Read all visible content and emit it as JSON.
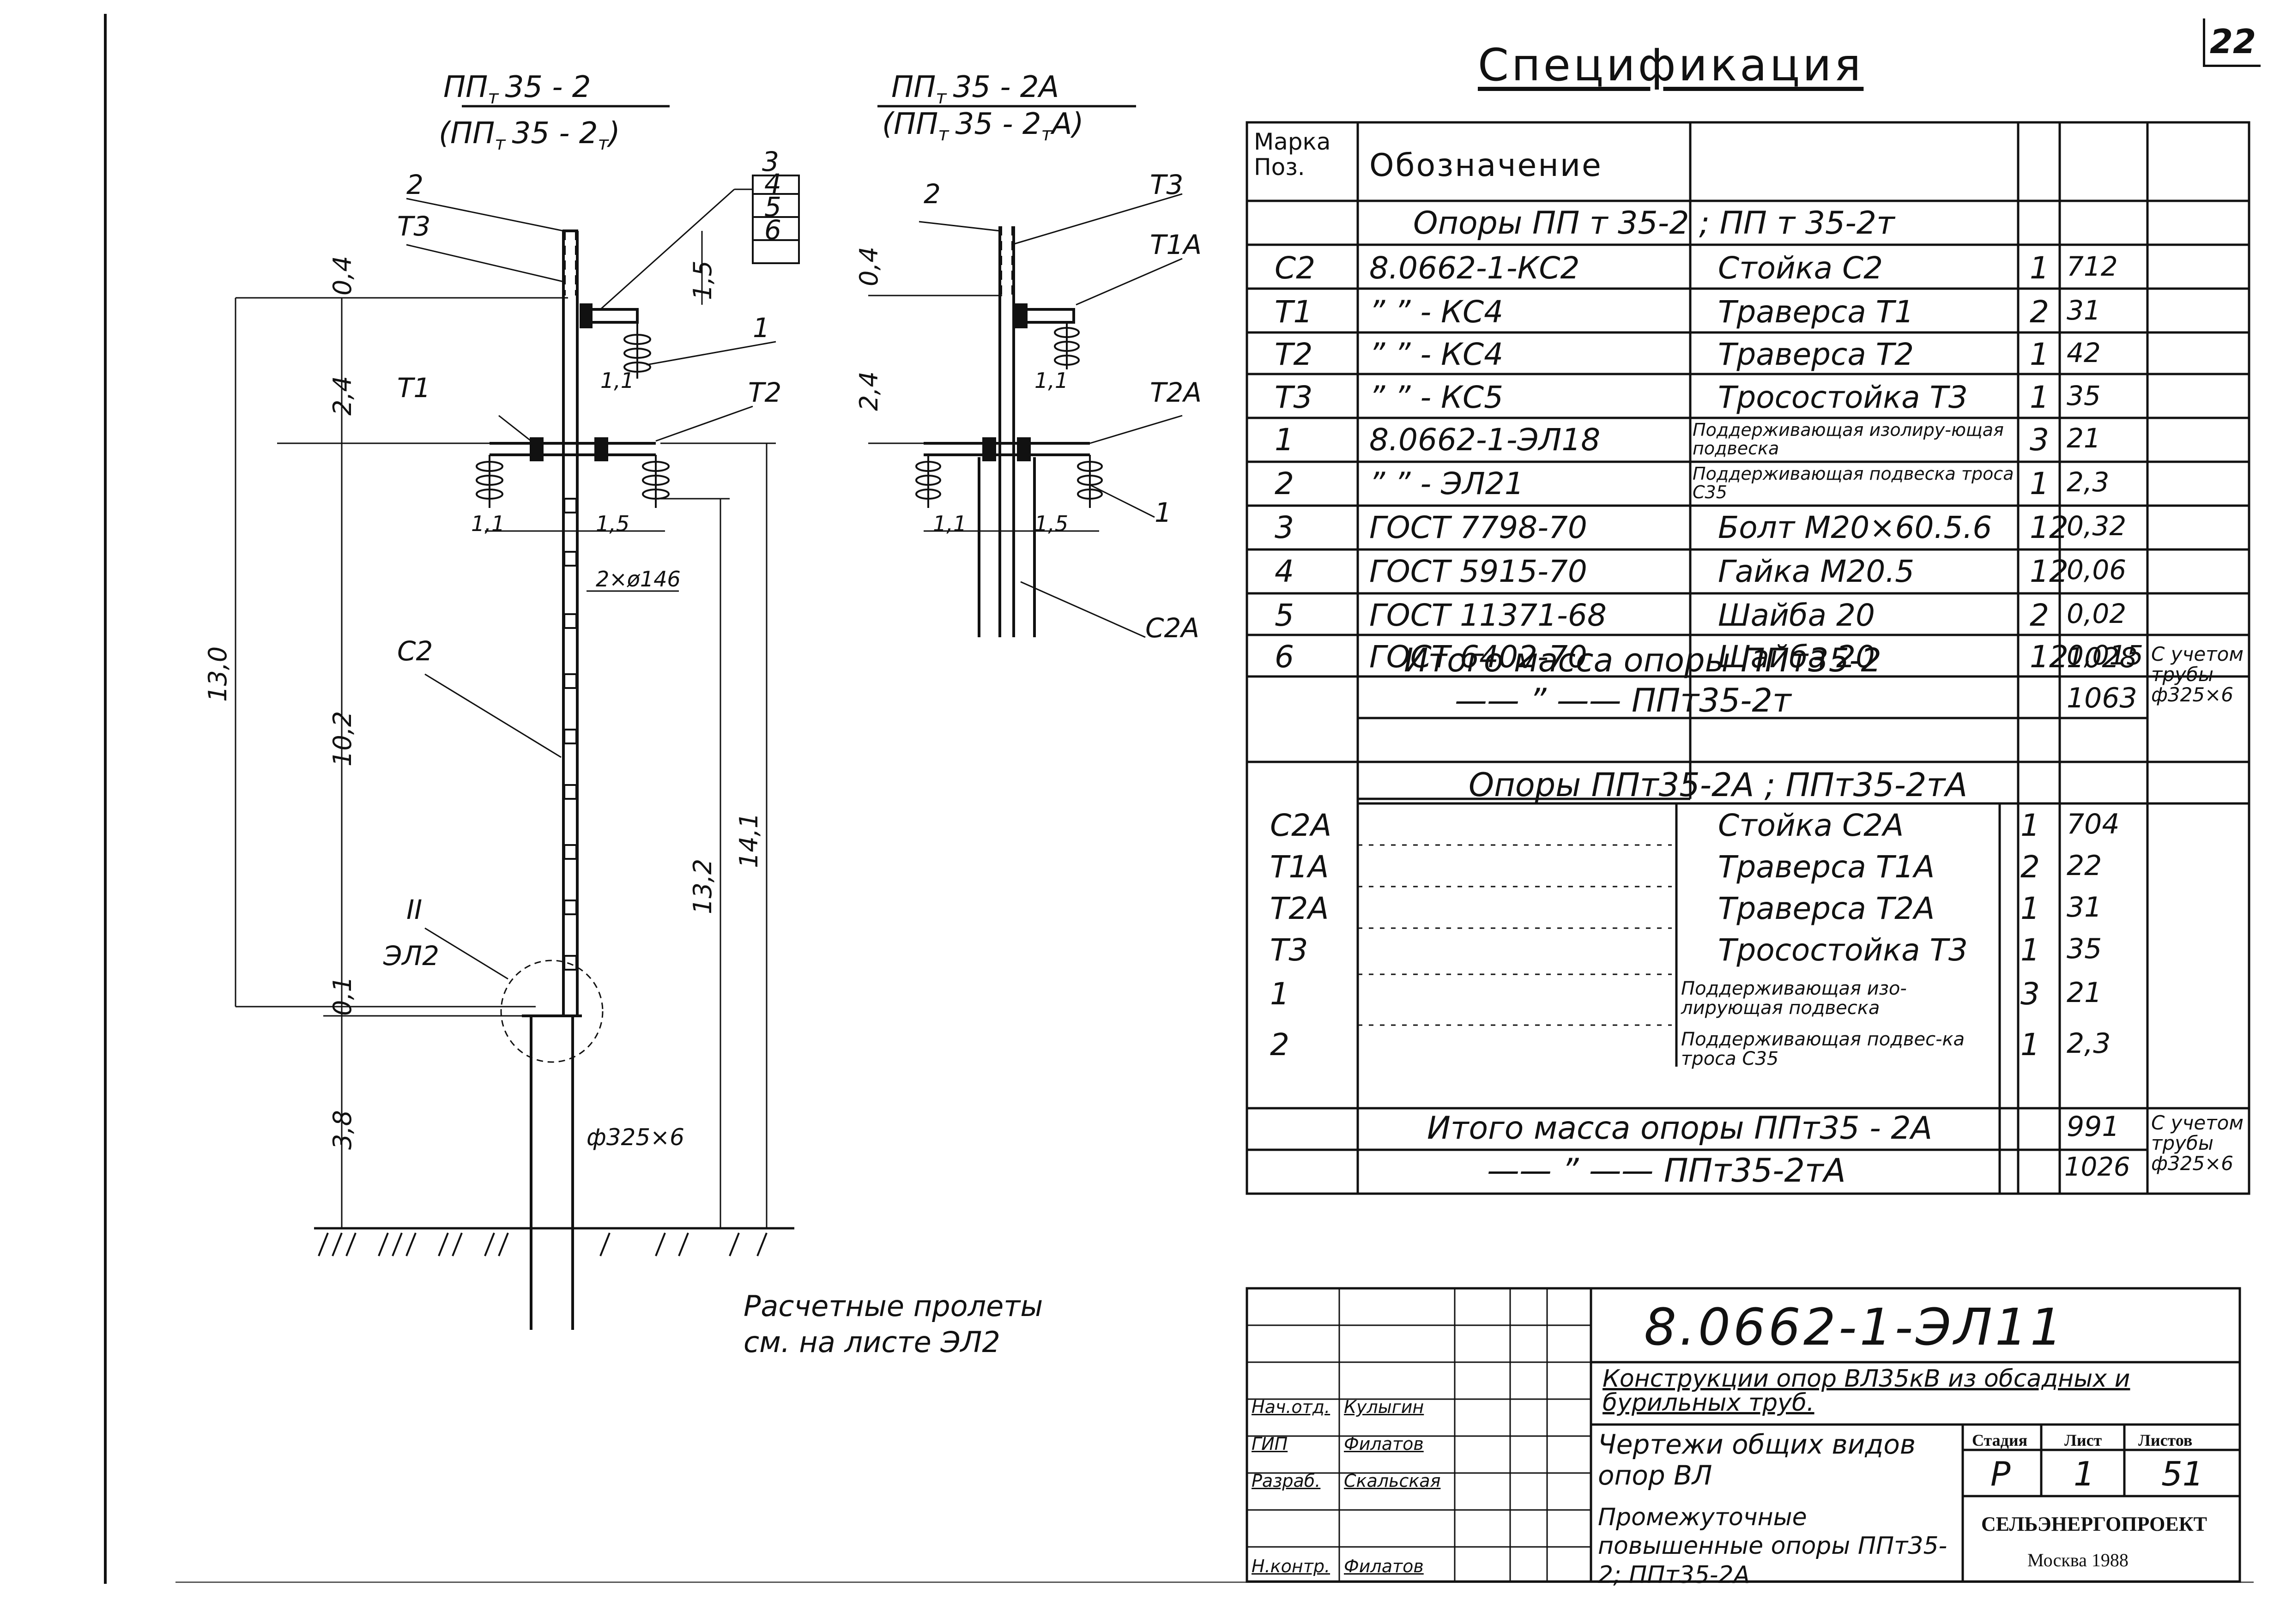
{
  "sheet_number": "22",
  "drawing": {
    "left_support": {
      "title_top": "ПП",
      "title_top_sub": "т",
      "title_top_rest": "35 - 2",
      "title_bottom": "(ПП",
      "title_bottom_sub": "т",
      "title_bottom_rest": "35 - 2",
      "title_bottom_sub2": "т",
      "title_bottom_close": ")"
    },
    "right_support": {
      "title_top": "ПП",
      "title_top_sub": "т",
      "title_top_rest": "35 - 2А",
      "title_bottom": "(ПП",
      "title_bottom_sub": "т",
      "title_bottom_rest": "35 - 2",
      "title_bottom_sub2": "т",
      "title_bottom_close": "А)"
    },
    "labels": {
      "l2": "2",
      "lT3": "T3",
      "l3": "3",
      "l4": "4",
      "l5": "5",
      "l6": "6",
      "l1": "1",
      "lT1": "T1",
      "lT2": "T2",
      "lC2": "C2",
      "lII": "II",
      "lEL2": "ЭЛ2",
      "d04": "0,4",
      "d24": "2,4",
      "d15": "1,5",
      "d11a": "1,1",
      "d11b": "1,1",
      "d15b": "1,5",
      "d130": "13,0",
      "d102": "10,2",
      "d132": "13,2",
      "d141": "14,1",
      "d01": "0,1",
      "d38": "3,8",
      "holes": "2×ø146",
      "pipe": "ф325×6",
      "r2": "2",
      "rT3": "T3",
      "rT1A": "T1A",
      "rT2A": "T2A",
      "r1": "1",
      "rC2A": "C2A",
      "r04": "0,4",
      "r24": "2,4",
      "r11a": "1,1",
      "r11b": "1,1",
      "r15": "1,5"
    },
    "note": [
      "Расчетные пролеты",
      "см. на листе ЭЛ2"
    ]
  },
  "specification": {
    "title": "Спецификация",
    "header": {
      "mark": "Марка\nПоз.",
      "designation": "Обозначение"
    },
    "group1_title": "Опоры ПП т 35-2 ; ПП т 35-2т",
    "rows1": [
      {
        "pos": "С2",
        "code": "8.0662-1-КС2",
        "name": "Стойка С2",
        "qty": "1",
        "mass": "712"
      },
      {
        "pos": "Т1",
        "code": "”   ”  - КС4",
        "name": "Траверса Т1",
        "qty": "2",
        "mass": "31"
      },
      {
        "pos": "Т2",
        "code": "”   ”  - КС4",
        "name": "Траверса Т2",
        "qty": "1",
        "mass": "42"
      },
      {
        "pos": "Т3",
        "code": "”   ”  - КС5",
        "name": "Тросостойка Т3",
        "qty": "1",
        "mass": "35"
      },
      {
        "pos": "1",
        "code": "8.0662-1-ЭЛ18",
        "name": "Поддерживающая изолиру-ющая подвеска",
        "qty": "3",
        "mass": "21"
      },
      {
        "pos": "2",
        "code": "”   ”  - ЭЛ21",
        "name": "Поддерживающая подвеска троса С35",
        "qty": "1",
        "mass": "2,3"
      },
      {
        "pos": "3",
        "code": "ГОСТ 7798-70",
        "name": "Болт М20×60.5.6",
        "qty": "12",
        "mass": "0,32"
      },
      {
        "pos": "4",
        "code": "ГОСТ 5915-70",
        "name": "Гайка М20.5",
        "qty": "12",
        "mass": "0,06"
      },
      {
        "pos": "5",
        "code": "ГОСТ 11371-68",
        "name": "Шайба 20",
        "qty": "2",
        "mass": "0,02"
      },
      {
        "pos": "6",
        "code": "ГОСТ 6402-70",
        "name": "Шайба 20",
        "qty": "12",
        "mass": "0,015"
      }
    ],
    "total1a": {
      "label": "Итого масса опоры ППт35-2",
      "mass": "1028"
    },
    "total1b": {
      "label": "—— ” ——  ППт35-2т",
      "mass": "1063"
    },
    "total1_note": "С учетом трубы ф325×6",
    "group2_title": "Опоры ППт35-2А ; ППт35-2тА",
    "rows2": [
      {
        "pos": "С2А",
        "name": "Стойка С2А",
        "qty": "1",
        "mass": "704"
      },
      {
        "pos": "Т1А",
        "name": "Траверса Т1А",
        "qty": "2",
        "mass": "22"
      },
      {
        "pos": "Т2А",
        "name": "Траверса Т2А",
        "qty": "1",
        "mass": "31"
      },
      {
        "pos": "Т3",
        "name": "Тросостойка Т3",
        "qty": "1",
        "mass": "35"
      },
      {
        "pos": "1",
        "name": "Поддерживающая изо-лирующая подвеска",
        "qty": "3",
        "mass": "21"
      },
      {
        "pos": "2",
        "name": "Поддерживающая подвес-ка троса С35",
        "qty": "1",
        "mass": "2,3"
      }
    ],
    "total2a": {
      "label": "Итого масса опоры ППт35 - 2А",
      "mass": "991"
    },
    "total2b": {
      "label": "—— ” ——  ППт35-2тА",
      "mass": "1026"
    },
    "total2_note": "С учетом трубы ф325×6"
  },
  "title_block": {
    "code": "8.0662-1-ЭЛ11",
    "subject": "Конструкции опор ВЛ35кВ из обсадных и бурильных труб.",
    "sheet_name": "Чертежи общих видов опор ВЛ",
    "item_name": "Промежуточные повышенные опоры ППт35-2; ППт35-2А",
    "stage_label": "Стадия",
    "sheet_label": "Лист",
    "sheets_label": "Листов",
    "stage": "Р",
    "sheet": "1",
    "sheets": "51",
    "org": "СЕЛЬЭНЕРГОПРОЕКТ",
    "city_year": "Москва 1988",
    "people": [
      {
        "role": "Нач.отд.",
        "name": "Кулыгин"
      },
      {
        "role": "ГИП",
        "name": "Филатов"
      },
      {
        "role": "Разраб.",
        "name": "Скальская"
      },
      {
        "role": "Н.контр.",
        "name": "Филатов"
      }
    ]
  }
}
